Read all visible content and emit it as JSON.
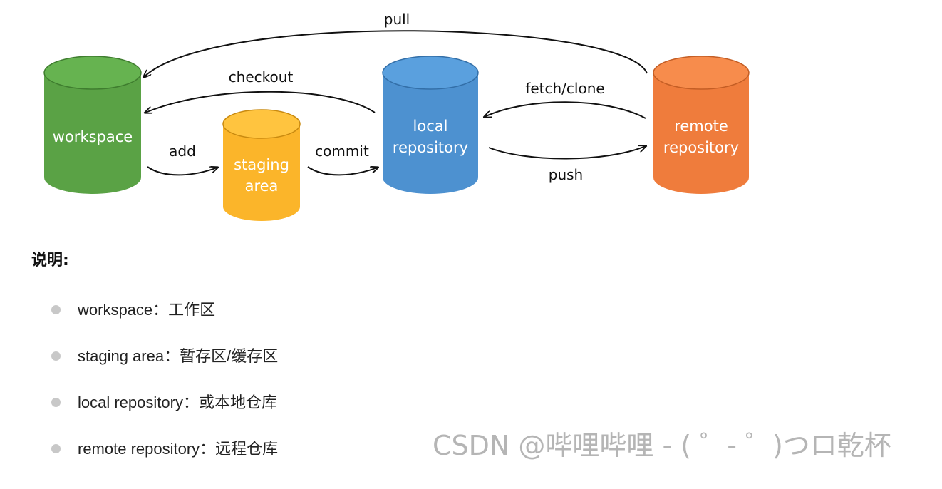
{
  "diagram": {
    "nodes": {
      "workspace": {
        "lines": [
          "workspace"
        ],
        "color": "#5aa245",
        "top_color": "#66b350",
        "edge_color": "#3f7d2f"
      },
      "staging": {
        "lines": [
          "staging",
          "area"
        ],
        "color": "#fbb52a",
        "top_color": "#ffc43f",
        "edge_color": "#c98a10"
      },
      "local": {
        "lines": [
          "local",
          "repository"
        ],
        "color": "#4d91d0",
        "top_color": "#5aa0de",
        "edge_color": "#336fa8"
      },
      "remote": {
        "lines": [
          "remote",
          "repository"
        ],
        "color": "#ef7c3c",
        "top_color": "#f78c4c",
        "edge_color": "#c45e25"
      }
    },
    "edges": {
      "pull": "pull",
      "checkout": "checkout",
      "fetch_clone": "fetch/clone",
      "add": "add",
      "commit": "commit",
      "push": "push"
    }
  },
  "explanation": {
    "title": "说明:",
    "items": [
      "workspace：工作区",
      "staging area：暂存区/缓存区",
      "local repository：或本地仓库",
      "remote repository：远程仓库"
    ]
  },
  "watermark": "CSDN @哔哩哔哩 - ( ゜- ゜)つロ乾杯"
}
